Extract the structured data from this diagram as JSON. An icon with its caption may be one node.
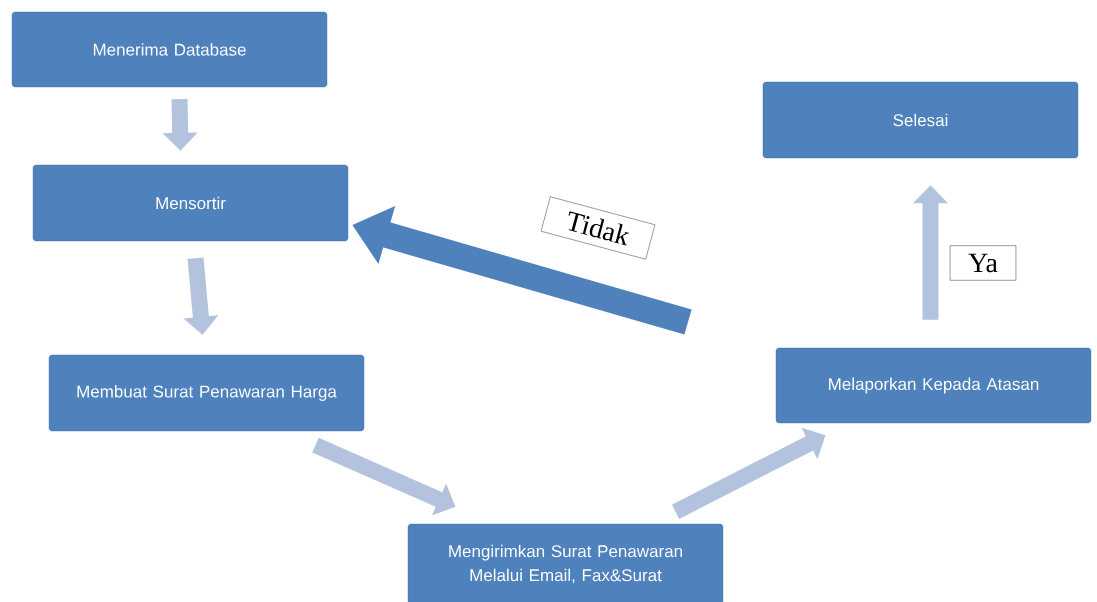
{
  "diagram": {
    "nodes": [
      {
        "text": [
          "Menerima Database"
        ]
      },
      {
        "text": [
          "Mensortir"
        ]
      },
      {
        "text": [
          "Membuat Surat Penawaran Harga"
        ]
      },
      {
        "text": [
          "Mengirimkan Surat Penawaran Melalui Email, Fax&Surat"
        ]
      },
      {
        "text": [
          "Melaporkan Kepada Atasan"
        ]
      },
      {
        "text": [
          "Selesai"
        ]
      }
    ],
    "edges": [
      {
        "from": 0,
        "to": 1,
        "arrow": "to"
      },
      {
        "from": 1,
        "to": 2,
        "arrow": "to"
      },
      {
        "from": 2,
        "to": 3,
        "arrow": "to"
      },
      {
        "from": 3,
        "to": 4,
        "arrow": "to"
      },
      {
        "from": 4,
        "to": 5,
        "arrow": "to",
        "label": "Ya"
      },
      {
        "from": null,
        "to": 1,
        "arrow": "to",
        "label": "Tidak",
        "color": "#4f81bd"
      }
    ]
  }
}
